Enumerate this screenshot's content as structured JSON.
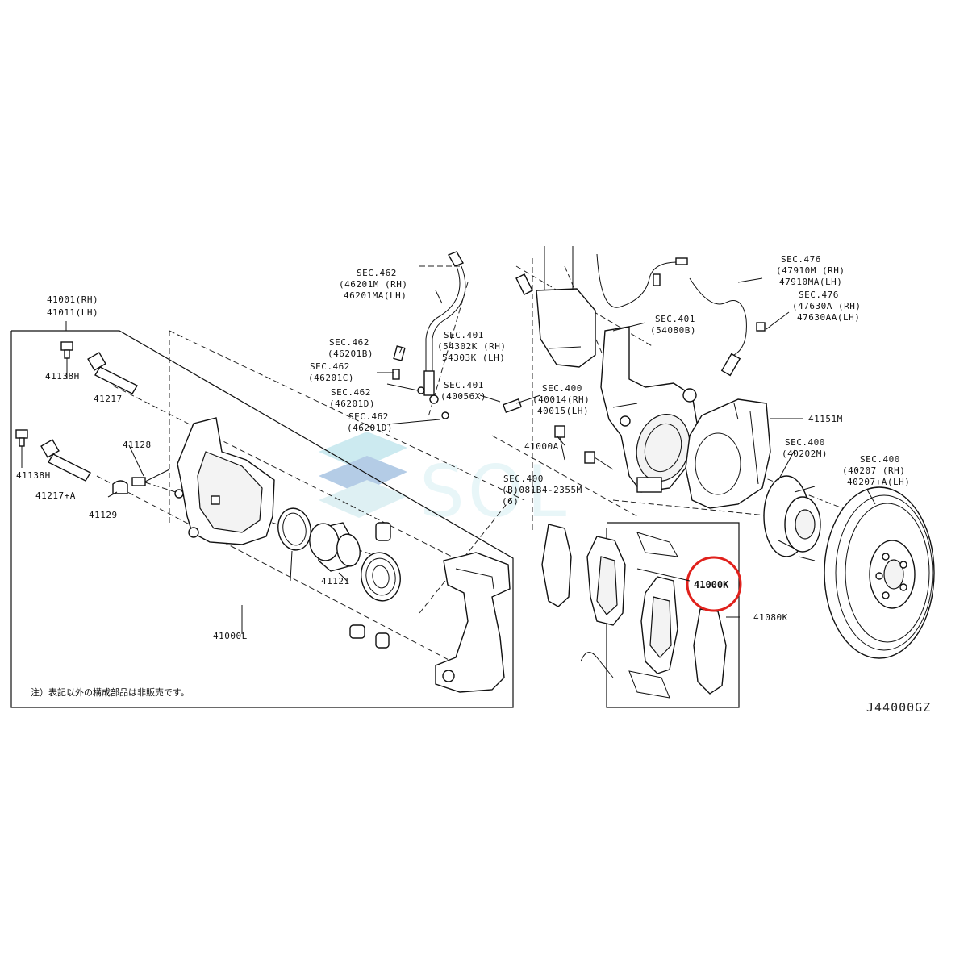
{
  "labels": {
    "l41001": "41001(RH)",
    "l41011": "41011(LH)",
    "l41138h_a": "41138H",
    "l41217": "41217",
    "l41138h_b": "41138H",
    "l41217a": "41217+A",
    "l41128": "41128",
    "l41129": "41129",
    "l41121": "41121",
    "l41000l": "41000L",
    "sec462a": "SEC.462",
    "p46201m": "(46201M (RH)",
    "p46201ma": "46201MA(LH)",
    "sec462b": "SEC.462",
    "p46201b": "(46201B)",
    "sec462c": "SEC.462",
    "p46201c": "(46201C)",
    "sec462d": "SEC.462",
    "p46201d_a": "(46201D)",
    "sec462e": "SEC.462",
    "p46201d_b": "(46201D)",
    "sec401a": "SEC.401",
    "p54302k": "(54302K (RH)",
    "p54303k": "54303K (LH)",
    "sec401b": "SEC.401",
    "p40056x": "(40056X)",
    "sec401c": "SEC.401",
    "p54080b": "(54080B)",
    "sec400a": "SEC.400",
    "p40014": "(40014(RH)",
    "p40015": "40015(LH)",
    "l41000a": "41000A",
    "sec400b": "SEC.400",
    "p08184": "(B)081B4-2355M",
    "p6": "(6)",
    "sec476a": "SEC.476",
    "p47910m": "(47910M (RH)",
    "p47910ma": "47910MA(LH)",
    "sec476b": "SEC.476",
    "p47630a": "(47630A (RH)",
    "p47630aa": "47630AA(LH)",
    "l41151m": "41151M",
    "sec400c": "SEC.400",
    "p40202m": "(40202M)",
    "sec400d": "SEC.400",
    "p40207": "(40207   (RH)",
    "p40207a": "40207+A(LH)",
    "l41000k": "41000K",
    "l41080k": "41080K"
  },
  "note": "注）表記以外の構成部品は非販売です。",
  "diagram_code": "J44000GZ",
  "watermark": "SOL",
  "colors": {
    "highlight": "#e0211c",
    "watermark": "#7ecbd9",
    "line": "#111111"
  }
}
